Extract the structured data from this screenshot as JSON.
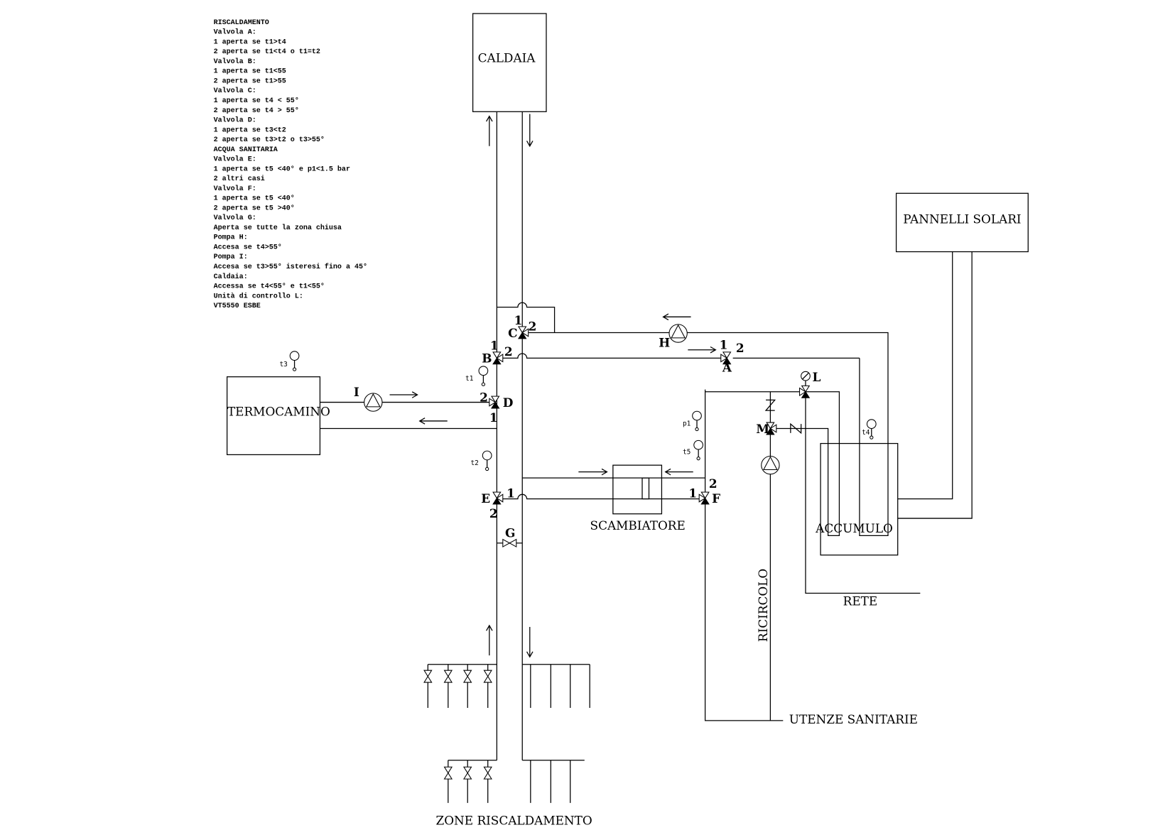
{
  "notes": [
    "RISCALDAMENTO",
    "Valvola A:",
    "1 aperta se t1>t4",
    "2 aperta se t1<t4 o t1=t2",
    "Valvola B:",
    "1 aperta se t1<55",
    "2 aperta se t1>55",
    "Valvola C:",
    "1 aperta se t4 < 55°",
    "2 aperta se t4 > 55°",
    "Valvola D:",
    "1 aperta se t3<t2",
    "2 aperta se t3>t2 o t3>55°",
    "ACQUA SANITARIA",
    "Valvola E:",
    "1 aperta se t5 <40° e p1<1.5 bar",
    "2 altri casi",
    "Valvola F:",
    "1 aperta se t5 <40°",
    "2 aperta se t5 >40°",
    "Valvola G:",
    "Aperta se tutte la zona chiusa",
    "Pompa H:",
    "Accesa se t4>55°",
    "Pompa I:",
    "Accesa se t3>55° isteresi fino a 45°",
    "Caldaia:",
    "Accessa se t4<55° e t1<55°",
    "Unità di controllo L:",
    "VT5550 ESBE"
  ],
  "components": {
    "caldaia": "CALDAIA",
    "pannelli": "PANNELLI SOLARI",
    "termocamino": "TERMOCAMINO",
    "scambiatore": "SCAMBIATORE",
    "accumulo": "ACCUMULO",
    "rete": "RETE",
    "ricircolo": "RICIRCOLO",
    "utenze": "UTENZE SANITARIE",
    "zone": "ZONE RISCALDAMENTO"
  },
  "valves": {
    "A": "A",
    "B": "B",
    "C": "C",
    "D": "D",
    "E": "E",
    "F": "F",
    "G": "G",
    "L": "L",
    "M": "M"
  },
  "pumps": {
    "H": "H",
    "I": "I"
  },
  "ports": {
    "one": "1",
    "two": "2"
  },
  "sensors": {
    "t1": "t1",
    "t2": "t2",
    "t3": "t3",
    "t4": "t4",
    "t5": "t5",
    "p1": "p1"
  }
}
